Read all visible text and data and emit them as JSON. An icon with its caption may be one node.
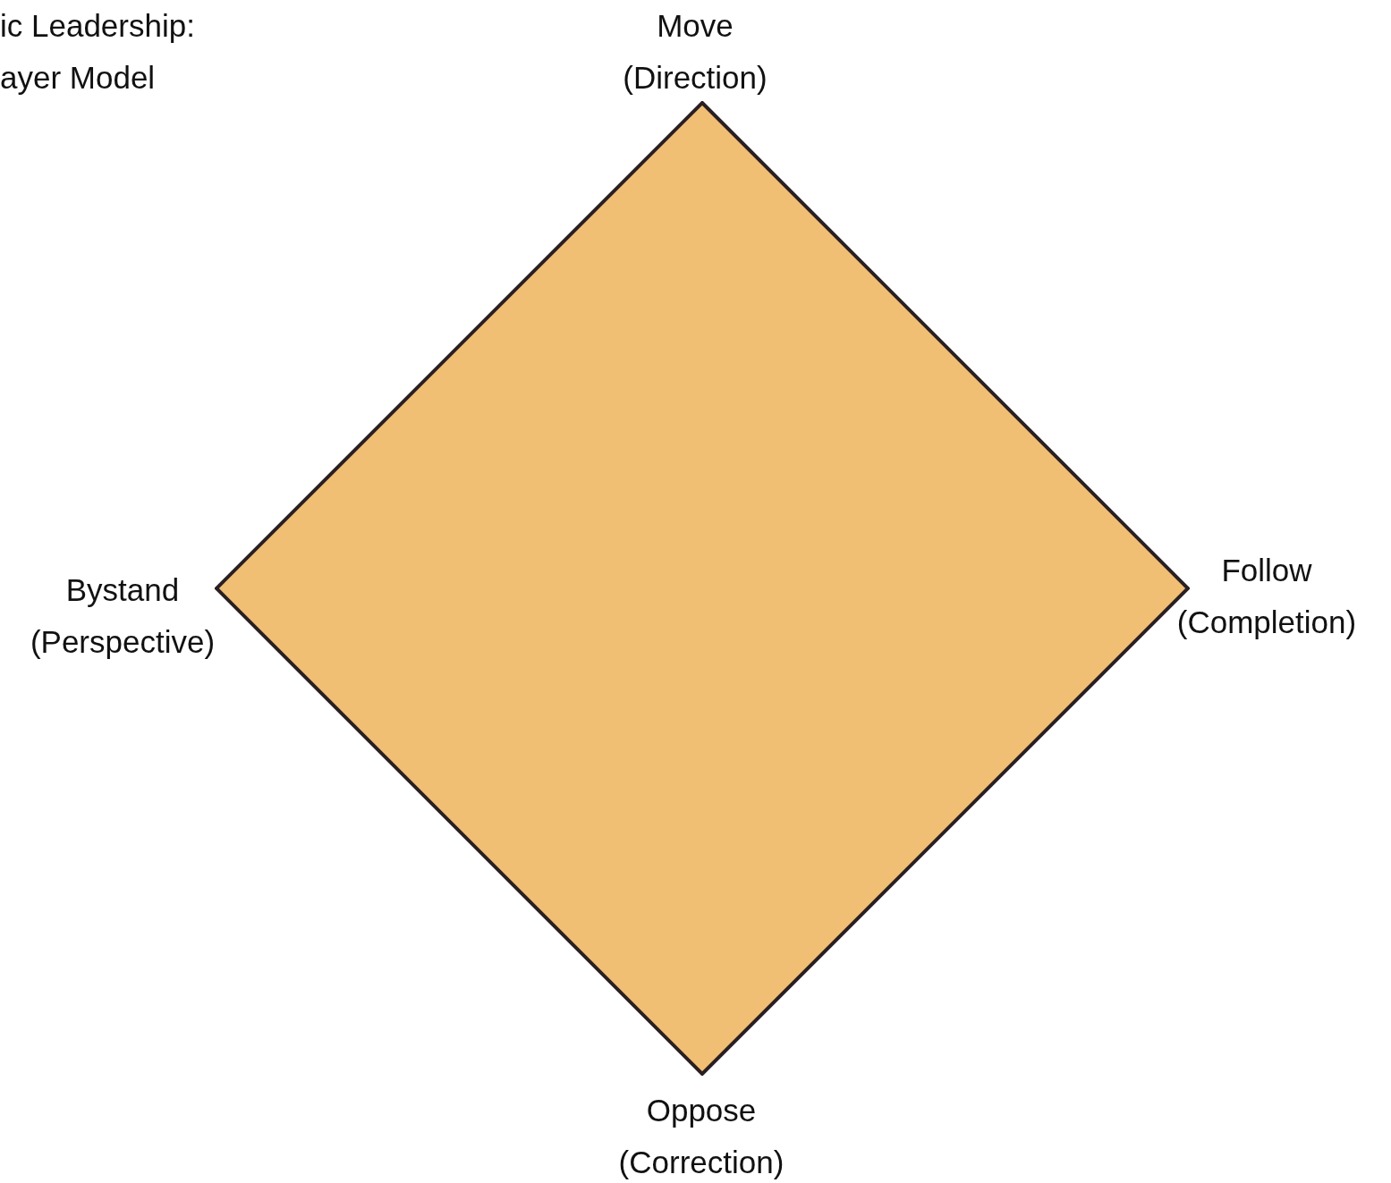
{
  "diagram": {
    "title": "ic Leadership: ayer Model",
    "nodes": [
      {
        "text": [],
        "shape": "diamond"
      }
    ],
    "labels": [
      "Move (Direction)",
      "Bystand (Perspective)",
      "Follow (Completion)",
      "Oppose (Correction)"
    ]
  }
}
